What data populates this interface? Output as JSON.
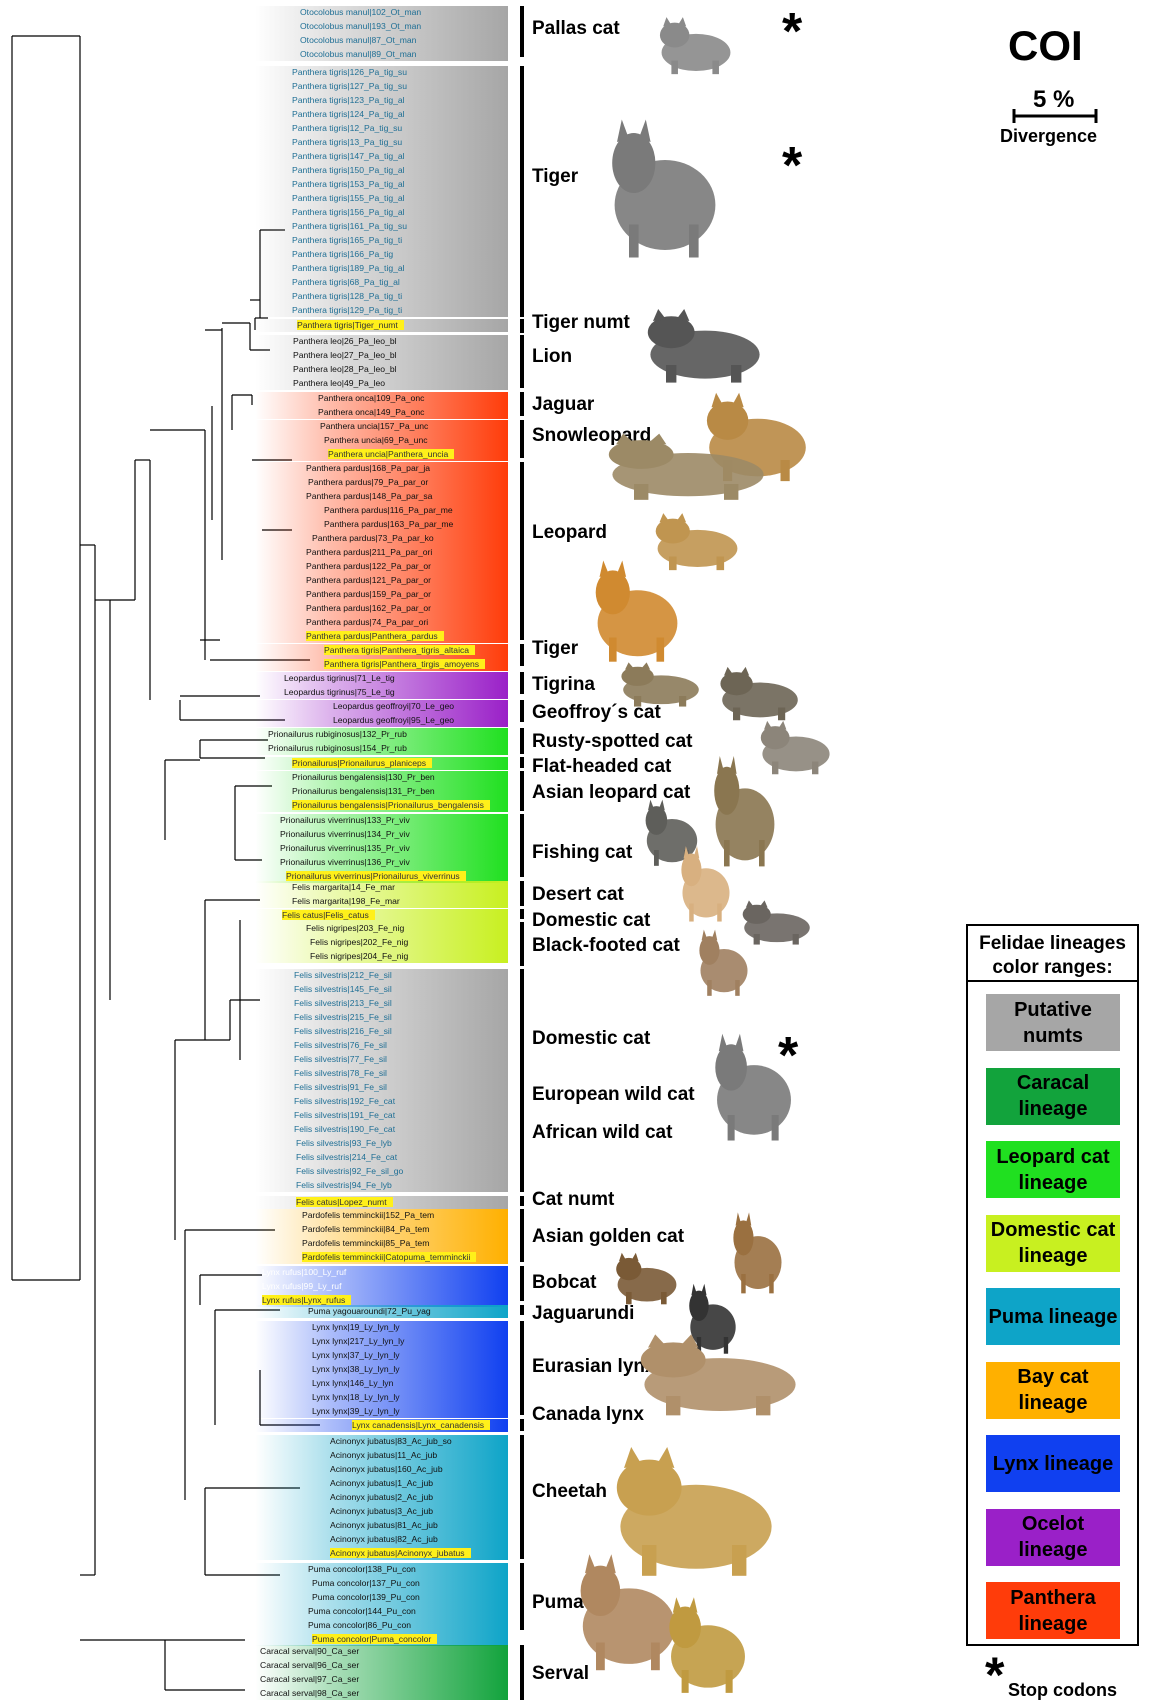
{
  "header": {
    "title": "COI",
    "scale_value": "5 %",
    "scale_label": "Divergence"
  },
  "legend": {
    "title": "Felidae lineages color ranges:",
    "items": [
      {
        "label": "Putative numts",
        "color": "#a6a6a6"
      },
      {
        "label": "Caracal lineage",
        "color": "#12a33c"
      },
      {
        "label": "Leopard cat lineage",
        "color": "#20e020"
      },
      {
        "label": "Domestic cat lineage",
        "color": "#c8f020"
      },
      {
        "label": "Puma lineage",
        "color": "#0ea4c8"
      },
      {
        "label": "Bay cat lineage",
        "color": "#ffb000"
      },
      {
        "label": "Lynx lineage",
        "color": "#1040f0"
      },
      {
        "label": "Ocelot lineage",
        "color": "#9a20c8"
      },
      {
        "label": "Panthera lineage",
        "color": "#ff3c0a"
      }
    ],
    "stop_symbol": "*",
    "stop_label": "Stop codons"
  },
  "groups": [
    {
      "name": "Pallas cat",
      "color": "#a6a6a6",
      "text": "blue",
      "star": "*",
      "animal": "pallas-cat-image",
      "leaves": [
        "Otocolobus manul|102_Ot_man",
        "Otocolobus manul|193_Ot_man",
        "Otocolobus manul|87_Ot_man",
        "Otocolobus manul|89_Ot_man"
      ]
    },
    {
      "name": "Tiger",
      "color": "#a6a6a6",
      "text": "blue",
      "star": "*",
      "animal": "tiger-image",
      "leaves": [
        "Panthera tigris|126_Pa_tig_su",
        "Panthera tigris|127_Pa_tig_su",
        "Panthera tigris|123_Pa_tig_al",
        "Panthera tigris|124_Pa_tig_al",
        "Panthera tigris|12_Pa_tig_su",
        "Panthera tigris|13_Pa_tig_su",
        "Panthera tigris|147_Pa_tig_al",
        "Panthera tigris|150_Pa_tig_al",
        "Panthera tigris|153_Pa_tig_al",
        "Panthera tigris|155_Pa_tig_al",
        "Panthera tigris|156_Pa_tig_al",
        "Panthera tigris|161_Pa_tig_su",
        "Panthera tigris|165_Pa_tig_ti",
        "Panthera tigris|166_Pa_tig",
        "Panthera tigris|189_Pa_tig_al",
        "Panthera tigris|68_Pa_tig_al",
        "Panthera tigris|128_Pa_tig_ti",
        "Panthera tigris|129_Pa_tig_ti"
      ]
    },
    {
      "name": "Tiger numt",
      "color": "#a6a6a6",
      "text": "blue",
      "animal": "lion-image",
      "leaves": [
        "Panthera tigris|Tiger_numt"
      ],
      "hl": [
        0
      ]
    },
    {
      "name": "Lion",
      "color": "#a6a6a6",
      "text": "black",
      "leaves": [
        "Panthera leo|26_Pa_leo_bl",
        "Panthera leo|27_Pa_leo_bl",
        "Panthera leo|28_Pa_leo_bl",
        "Panthera leo|49_Pa_leo"
      ]
    },
    {
      "name": "Jaguar",
      "color": "#ff3c0a",
      "text": "black",
      "animal": "jaguar-image",
      "leaves": [
        "Panthera onca|109_Pa_onc",
        "Panthera onca|149_Pa_onc"
      ]
    },
    {
      "name": "Snowleopard",
      "color": "#ff3c0a",
      "text": "black",
      "animal": "snowleopard-image",
      "leaves": [
        "Panthera uncia|157_Pa_unc",
        "Panthera uncia|69_Pa_unc",
        "Panthera uncia|Panthera_uncia"
      ],
      "hl": [
        2
      ]
    },
    {
      "name": "Leopard",
      "color": "#ff3c0a",
      "text": "black",
      "animal": "leopard-image",
      "leaves": [
        "Panthera pardus|168_Pa_par_ja",
        "Panthera pardus|79_Pa_par_or",
        "Panthera pardus|148_Pa_par_sa",
        "Panthera pardus|116_Pa_par_me",
        "Panthera pardus|163_Pa_par_me",
        "Panthera pardus|73_Pa_par_ko",
        "Panthera pardus|211_Pa_par_ori",
        "Panthera pardus|122_Pa_par_or",
        "Panthera pardus|121_Pa_par_or",
        "Panthera pardus|159_Pa_par_or",
        "Panthera pardus|162_Pa_par_or",
        "Panthera pardus|74_Pa_par_ori",
        "Panthera pardus|Panthera_pardus"
      ],
      "hl": [
        12
      ]
    },
    {
      "name": "Tiger",
      "color": "#ff3c0a",
      "text": "black",
      "animal": "tiger-color-image",
      "leaves": [
        "Panthera tigris|Panthera_tigris_altaica",
        "Panthera tigris|Panthera_tirgis_amoyens"
      ],
      "hl": [
        0,
        1
      ]
    },
    {
      "name": "Tigrina",
      "color": "#9a20c8",
      "text": "black",
      "animal": "tigrina-image",
      "leaves": [
        "Leopardus tigrinus|71_Le_tig",
        "Leopardus tigrinus|75_Le_tig"
      ]
    },
    {
      "name": "Geoffroy´s cat",
      "color": "#9a20c8",
      "text": "black",
      "animal": "geoffroys-cat-image",
      "leaves": [
        "Leopardus geoffroyi|70_Le_geo",
        "Leopardus geoffroyi|95_Le_geo"
      ]
    },
    {
      "name": "Rusty-spotted cat",
      "color": "#20e020",
      "text": "black",
      "animal": "rusty-spotted-cat-image",
      "leaves": [
        "Prionailurus rubiginosus|132_Pr_rub",
        "Prionailurus rubiginosus|154_Pr_rub"
      ]
    },
    {
      "name": "Flat-headed cat",
      "color": "#20e020",
      "text": "black",
      "leaves": [
        "Prionailurus|Prionailurus_planiceps"
      ],
      "hl": [
        0
      ]
    },
    {
      "name": "Asian leopard cat",
      "color": "#20e020",
      "text": "black",
      "animal": "asian-leopard-cat-image",
      "leaves": [
        "Prionailurus bengalensis|130_Pr_ben",
        "Prionailurus bengalensis|131_Pr_ben",
        "Prionailurus bengalensis|Prionailurus_bengalensis"
      ],
      "hl": [
        2
      ]
    },
    {
      "name": "Fishing cat",
      "color": "#20e020",
      "text": "black",
      "animal": "fishing-cat-image",
      "leaves": [
        "Prionailurus viverrinus|133_Pr_viv",
        "Prionailurus viverrinus|134_Pr_viv",
        "Prionailurus viverrinus|135_Pr_viv",
        "Prionailurus viverrinus|136_Pr_viv",
        "Prionailurus viverrinus|Prionailurus_viverrinus"
      ],
      "hl": [
        4
      ]
    },
    {
      "name": "Desert cat",
      "color": "#c8f020",
      "text": "black",
      "animal": "desert-cat-image",
      "leaves": [
        "Felis margarita|14_Fe_mar",
        "Felis margarita|198_Fe_mar"
      ]
    },
    {
      "name": "Domestic cat",
      "color": "#c8f020",
      "text": "black",
      "animal": "domestic-cat-image",
      "leaves": [
        "Felis catus|Felis_catus"
      ],
      "hl": [
        0
      ]
    },
    {
      "name": "Black-footed cat",
      "color": "#c8f020",
      "text": "black",
      "animal": "black-footed-cat-image",
      "leaves": [
        "Felis nigripes|203_Fe_nig",
        "Felis nigripes|202_Fe_nig",
        "Felis nigripes|204_Fe_nig"
      ]
    },
    {
      "name": "Domestic cat",
      "extra_names": [
        "European wild cat",
        "African wild cat"
      ],
      "color": "#a6a6a6",
      "text": "blue",
      "star": "*",
      "animal": "wild-cat-image",
      "leaves": [
        "Felis silvestris|212_Fe_sil",
        "Felis silvestris|145_Fe_sil",
        "Felis silvestris|213_Fe_sil",
        "Felis silvestris|215_Fe_sil",
        "Felis silvestris|216_Fe_sil",
        "Felis silvestris|76_Fe_sil",
        "Felis silvestris|77_Fe_sil",
        "Felis silvestris|78_Fe_sil",
        "Felis silvestris|91_Fe_sil",
        "Felis silvestris|192_Fe_cat",
        "Felis silvestris|191_Fe_cat",
        "Felis silvestris|190_Fe_cat",
        "Felis silvestris|93_Fe_lyb",
        "Felis silvestris|214_Fe_cat",
        "Felis silvestris|92_Fe_sil_go",
        "Felis silvestris|94_Fe_lyb"
      ]
    },
    {
      "name": "Cat numt",
      "color": "#a6a6a6",
      "text": "black",
      "leaves": [
        "Felis catus|Lopez_numt"
      ],
      "hl": [
        0
      ]
    },
    {
      "name": "Asian golden cat",
      "color": "#ffb000",
      "text": "black",
      "animal": "asian-golden-cat-image",
      "leaves": [
        "Pardofelis temminckii|152_Pa_tem",
        "Pardofelis temminckii|84_Pa_tem",
        "Pardofelis temminckii|85_Pa_tem",
        "Pardofelis temminckii|Catopuma_temminckii"
      ],
      "hl": [
        3
      ]
    },
    {
      "name": "Bobcat",
      "color": "#1040f0",
      "text": "white",
      "animal": "bobcat-image",
      "leaves": [
        "Lynx rufus|100_Ly_ruf",
        "Lynx rufus|99_Ly_ruf",
        "Lynx rufus|Lynx_rufus"
      ],
      "hl": [
        2
      ]
    },
    {
      "name": "Jaguarundi",
      "color": "#0ea4c8",
      "text": "black",
      "animal": "jaguarundi-image",
      "leaves": [
        "Puma yagouaroundi|72_Pu_yag"
      ]
    },
    {
      "name": "Eurasian lynx",
      "color": "#1040f0",
      "text": "black",
      "animal": "eurasian-lynx-image",
      "leaves": [
        "Lynx lynx|19_Ly_lyn_ly",
        "Lynx lynx|217_Ly_lyn_ly",
        "Lynx lynx|37_Ly_lyn_ly",
        "Lynx lynx|38_Ly_lyn_ly",
        "Lynx lynx|146_Ly_lyn",
        "Lynx lynx|18_Ly_lyn_ly",
        "Lynx lynx|39_Ly_lyn_ly"
      ]
    },
    {
      "name": "Canada lynx",
      "color": "#1040f0",
      "text": "black",
      "leaves": [
        "Lynx canadensis|Lynx_canadensis"
      ],
      "hl": [
        0
      ]
    },
    {
      "name": "Cheetah",
      "color": "#0ea4c8",
      "text": "black",
      "animal": "cheetah-image",
      "leaves": [
        "Acinonyx jubatus|83_Ac_jub_so",
        "Acinonyx jubatus|11_Ac_jub",
        "Acinonyx jubatus|160_Ac_jub",
        "Acinonyx jubatus|1_Ac_jub",
        "Acinonyx jubatus|2_Ac_jub",
        "Acinonyx jubatus|3_Ac_jub",
        "Acinonyx jubatus|81_Ac_jub",
        "Acinonyx jubatus|82_Ac_jub",
        "Acinonyx jubatus|Acinonyx_jubatus"
      ],
      "hl": [
        8
      ]
    },
    {
      "name": "Puma",
      "color": "#0ea4c8",
      "text": "black",
      "animal": "puma-image",
      "leaves": [
        "Puma concolor|138_Pu_con",
        "Puma concolor|137_Pu_con",
        "Puma concolor|139_Pu_con",
        "Puma concolor|144_Pu_con",
        "Puma concolor|86_Pu_con",
        "Puma concolor|Puma_concolor"
      ],
      "hl": [
        5
      ]
    },
    {
      "name": "Serval",
      "color": "#12a33c",
      "text": "black",
      "animal": "serval-image",
      "leaves": [
        "Caracal serval|90_Ca_ser",
        "Caracal serval|96_Ca_ser",
        "Caracal serval|97_Ca_ser",
        "Caracal serval|98_Ca_ser"
      ]
    }
  ]
}
